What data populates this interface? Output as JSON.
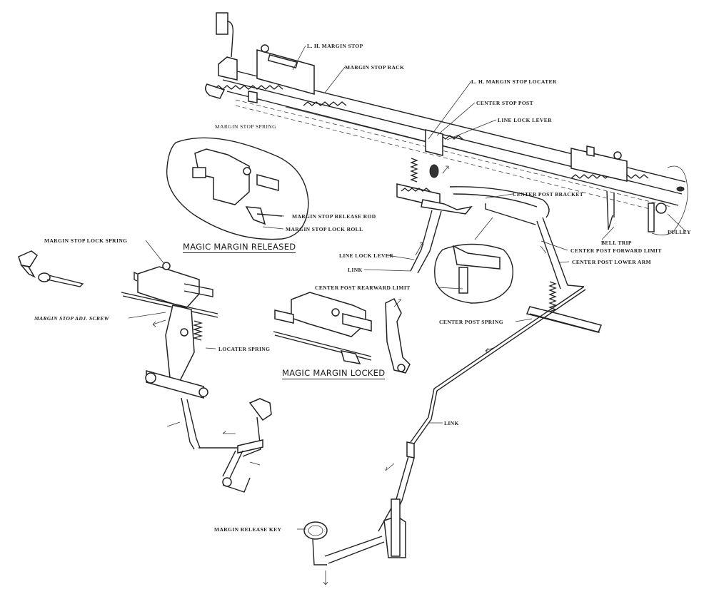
{
  "diagram": {
    "subject": "Typewriter magic margin mechanism (exploded view)",
    "labels": {
      "lh_margin_stop": "L. H. MARGIN STOP",
      "margin_stop_rack": "MARGIN STOP RACK",
      "lh_margin_stop_locater": "L. H. MARGIN STOP LOCATER",
      "center_stop_post": "CENTER STOP POST",
      "line_lock_lever_top": "LINE LOCK LEVER",
      "margin_stop_spring": "MARGIN STOP SPRING",
      "center_post_bracket": "CENTER POST BRACKET",
      "margin_stop_release_rod": "MARGIN STOP RELEASE ROD",
      "margin_stop_lock_roll": "MARGIN STOP LOCK ROLL",
      "bell_trip": "BELL TRIP",
      "pulley": "PULLEY",
      "center_post_forward_limit": "CENTER POST FORWARD LIMIT",
      "center_post_lower_arm": "CENTER POST LOWER ARM",
      "margin_stop_lock_spring": "MARGIN STOP LOCK SPRING",
      "line_lock_lever_mid": "LINE LOCK LEVER",
      "link_mid": "LINK",
      "center_post_rearward_limit": "CENTER POST REARWARD LIMIT",
      "margin_stop_adj_screw": "MARGIN STOP ADJ. SCREW",
      "center_post_spring": "CENTER POST SPRING",
      "locater_spring": "LOCATER SPRING",
      "link_lower": "LINK",
      "margin_release_key": "MARGIN RELEASE KEY"
    },
    "captions": {
      "released": "MAGIC MARGIN  RELEASED",
      "locked": "MAGIC MARGIN  LOCKED"
    }
  }
}
